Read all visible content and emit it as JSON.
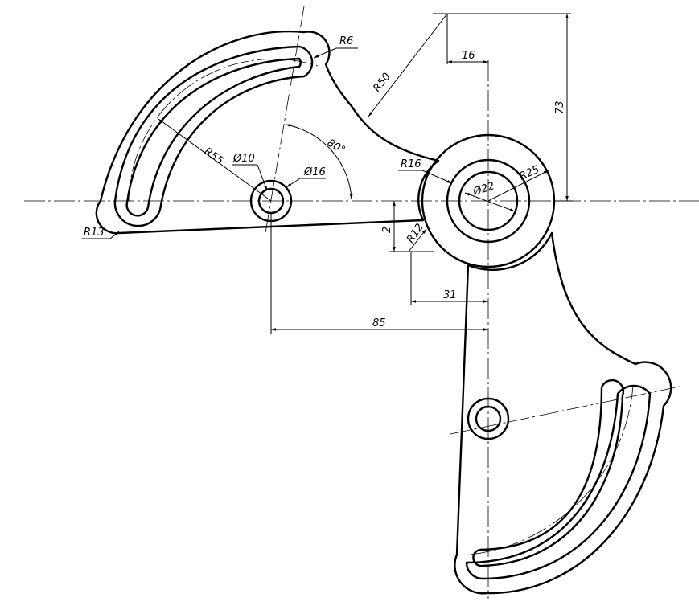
{
  "drawing": {
    "dimensions": {
      "r6": "R6",
      "r50": "R50",
      "d16": "16",
      "d73": "73",
      "r55": "R55",
      "dia10": "Ø10",
      "dia16": "Ø16",
      "a80": "80°",
      "r16": "R16",
      "dia22": "Ø22",
      "r25": "R25",
      "r13": "R13",
      "d2": "2",
      "r12": "R12",
      "d31": "31",
      "d85": "85"
    }
  }
}
